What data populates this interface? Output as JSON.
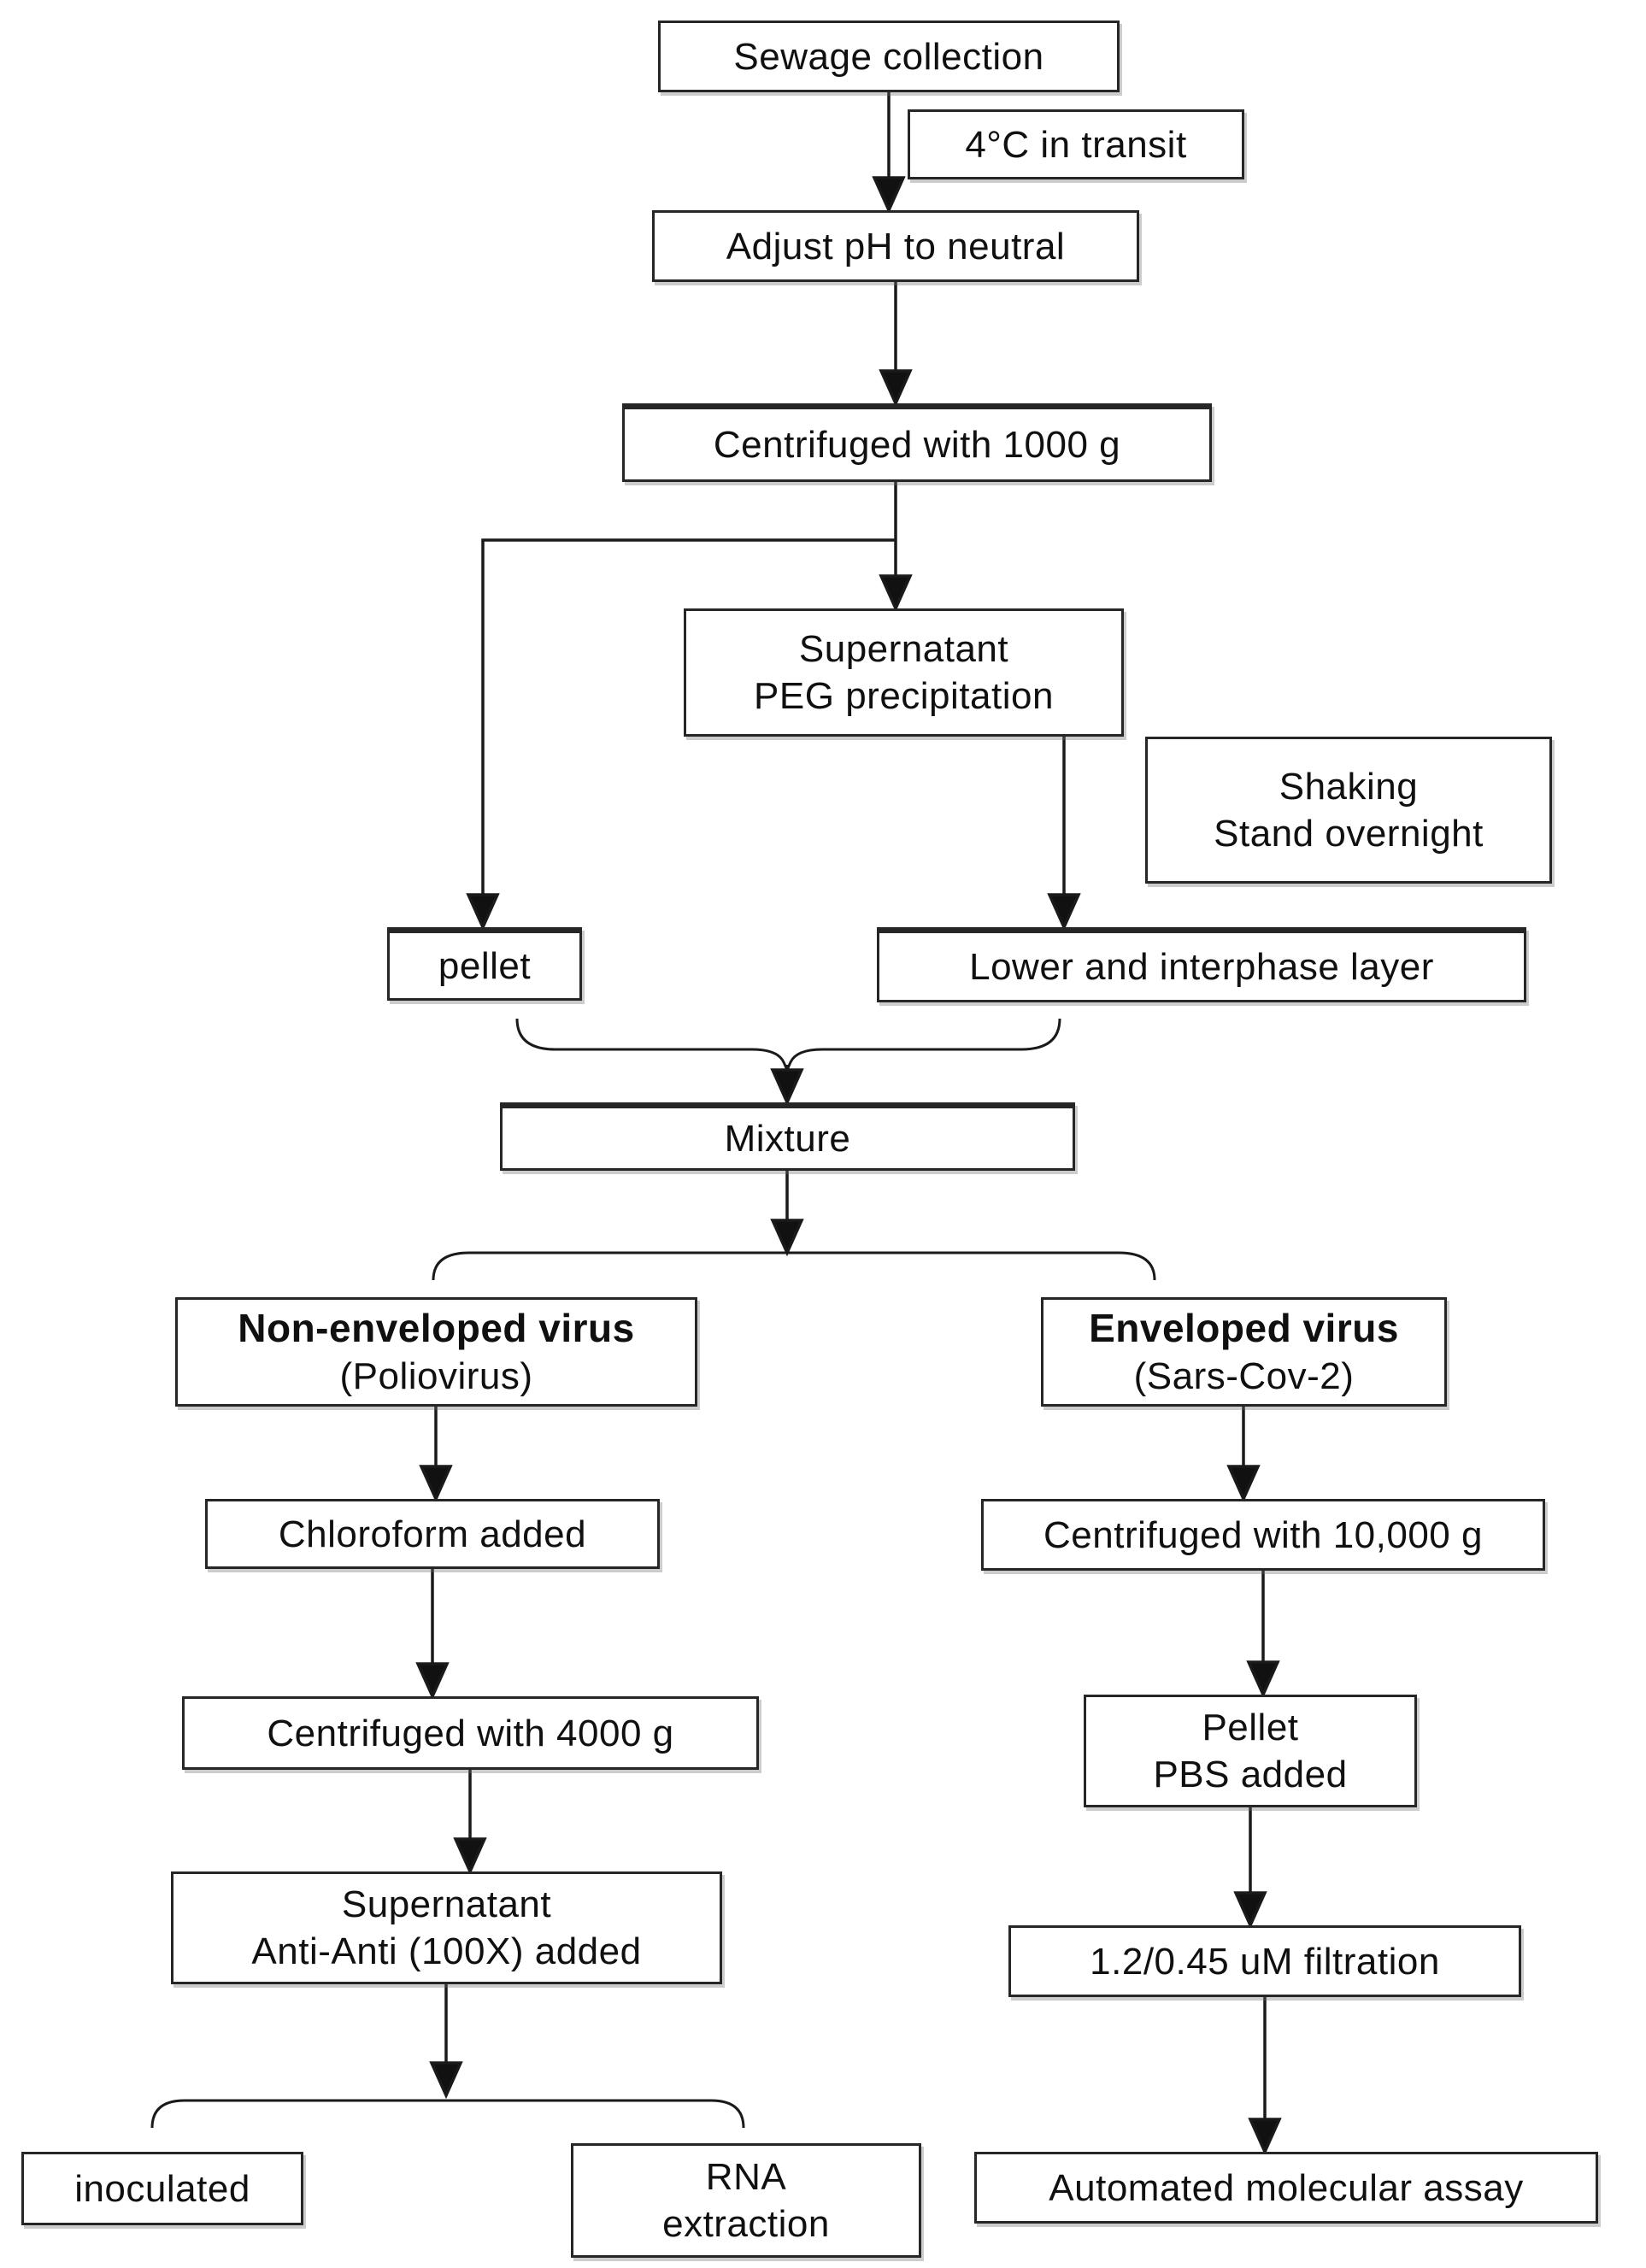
{
  "diagram": {
    "background_color": "#ffffff",
    "line_color": "#1a1a1a",
    "box_border_color": "#262626",
    "text_color": "#101010",
    "nodes": {
      "sewage": {
        "label": "Sewage collection"
      },
      "transit_note": {
        "label": "4°C in transit"
      },
      "adjust_ph": {
        "label": "Adjust pH to neutral"
      },
      "centrifuge_1000": {
        "label": "Centrifuged with 1000 g"
      },
      "supernatant_peg": {
        "line1": "Supernatant",
        "line2": "PEG precipitation"
      },
      "shaking_note": {
        "line1": "Shaking",
        "line2": "Stand overnight"
      },
      "pellet": {
        "label": "pellet"
      },
      "lower_interphase": {
        "label": "Lower and interphase layer"
      },
      "mixture": {
        "label": "Mixture"
      },
      "non_enveloped": {
        "title": "Non-enveloped virus",
        "subtitle": "(Poliovirus)"
      },
      "enveloped": {
        "title": "Enveloped virus",
        "subtitle": "(Sars-Cov-2)"
      },
      "chloroform": {
        "label": "Chloroform added"
      },
      "centrifuge_4000": {
        "label": "Centrifuged with 4000 g"
      },
      "supernatant_anti": {
        "line1": "Supernatant",
        "line2": "Anti-Anti (100X) added"
      },
      "inoculated": {
        "label": "inoculated"
      },
      "rna_extraction": {
        "line1": "RNA",
        "line2": "extraction"
      },
      "centrifuge_10000": {
        "label": "Centrifuged with 10,000 g"
      },
      "pellet_pbs": {
        "line1": "Pellet",
        "line2": "PBS added"
      },
      "filtration": {
        "label": "1.2/0.45 uM filtration"
      },
      "assay": {
        "label": "Automated molecular assay"
      }
    }
  }
}
